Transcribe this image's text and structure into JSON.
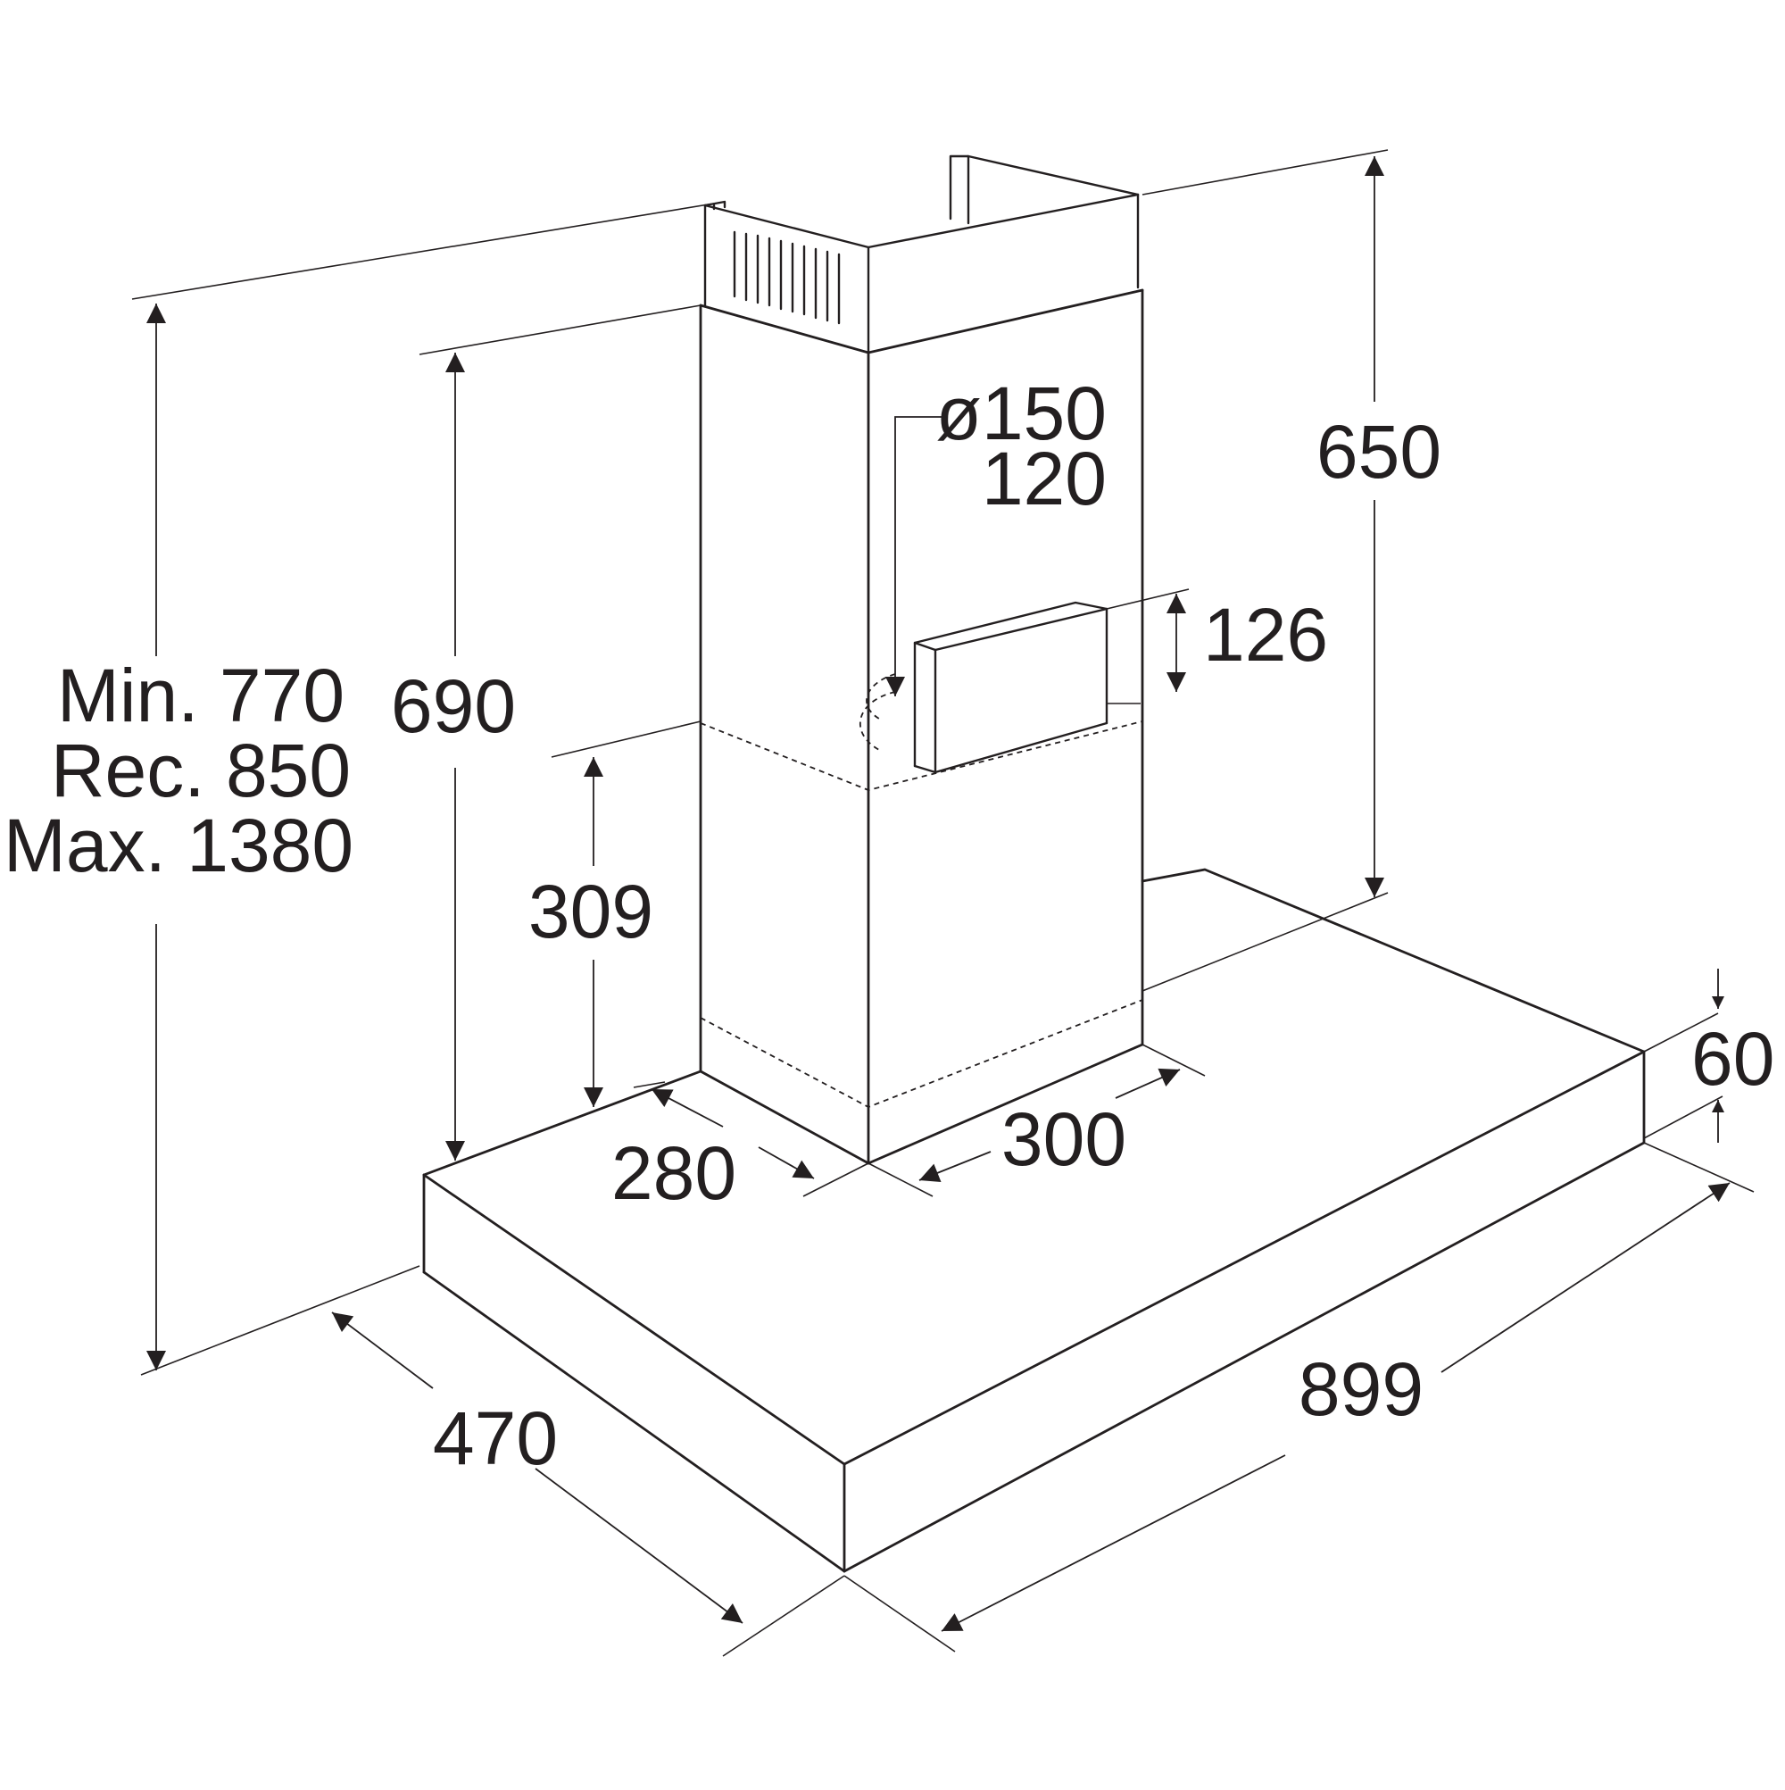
{
  "labels": {
    "height_total": [
      "Min. 770",
      "Rec. 850",
      "Max. 1380"
    ],
    "chimney_height": "690",
    "duct_height": "309",
    "diameter": "ø150",
    "diameter_alt": "120",
    "outlet_height": "126",
    "top_height": "650",
    "hood_thickness": "60",
    "chimney_depth": "280",
    "chimney_width": "300",
    "hood_depth": "470",
    "hood_width": "899"
  },
  "colors": {
    "line": "#231f20",
    "background": "#ffffff"
  }
}
